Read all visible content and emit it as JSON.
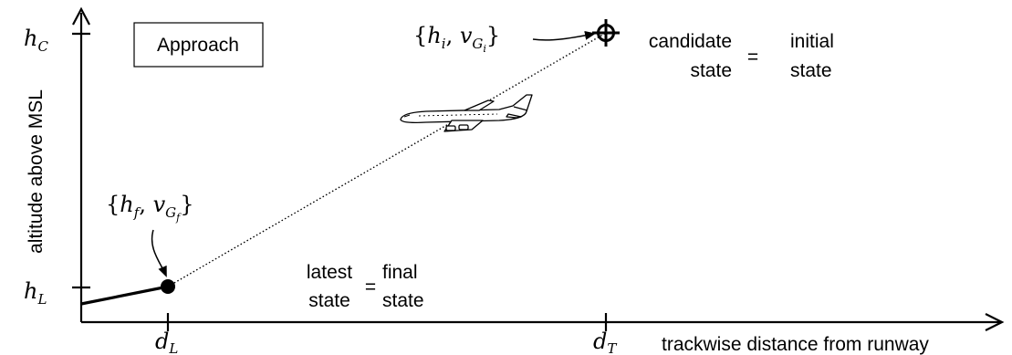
{
  "axes": {
    "x_label": "trackwise distance from runway",
    "y_label": "altitude above MSL",
    "x_ticks": [
      {
        "var": "d",
        "sub": "L"
      },
      {
        "var": "d",
        "sub": "T"
      }
    ],
    "y_ticks": [
      {
        "var": "h",
        "sub": "C"
      },
      {
        "var": "h",
        "sub": "L"
      }
    ]
  },
  "phase_label": "Approach",
  "initial_point": {
    "h_var": "h",
    "h_sub": "i",
    "v_var": "v",
    "v_sub": "G",
    "v_subsub": "i",
    "label_left_lines": [
      "candidate",
      "state"
    ],
    "equals": "=",
    "label_right_lines": [
      "initial",
      "state"
    ]
  },
  "final_point": {
    "h_var": "h",
    "h_sub": "f",
    "v_var": "v",
    "v_sub": "G",
    "v_subsub": "f",
    "label_left_lines": [
      "latest",
      "state"
    ],
    "equals": "=",
    "label_right_lines": [
      "final",
      "state"
    ]
  },
  "icons": {
    "aircraft": "airliner-icon",
    "target": "crosshair-target-icon"
  }
}
